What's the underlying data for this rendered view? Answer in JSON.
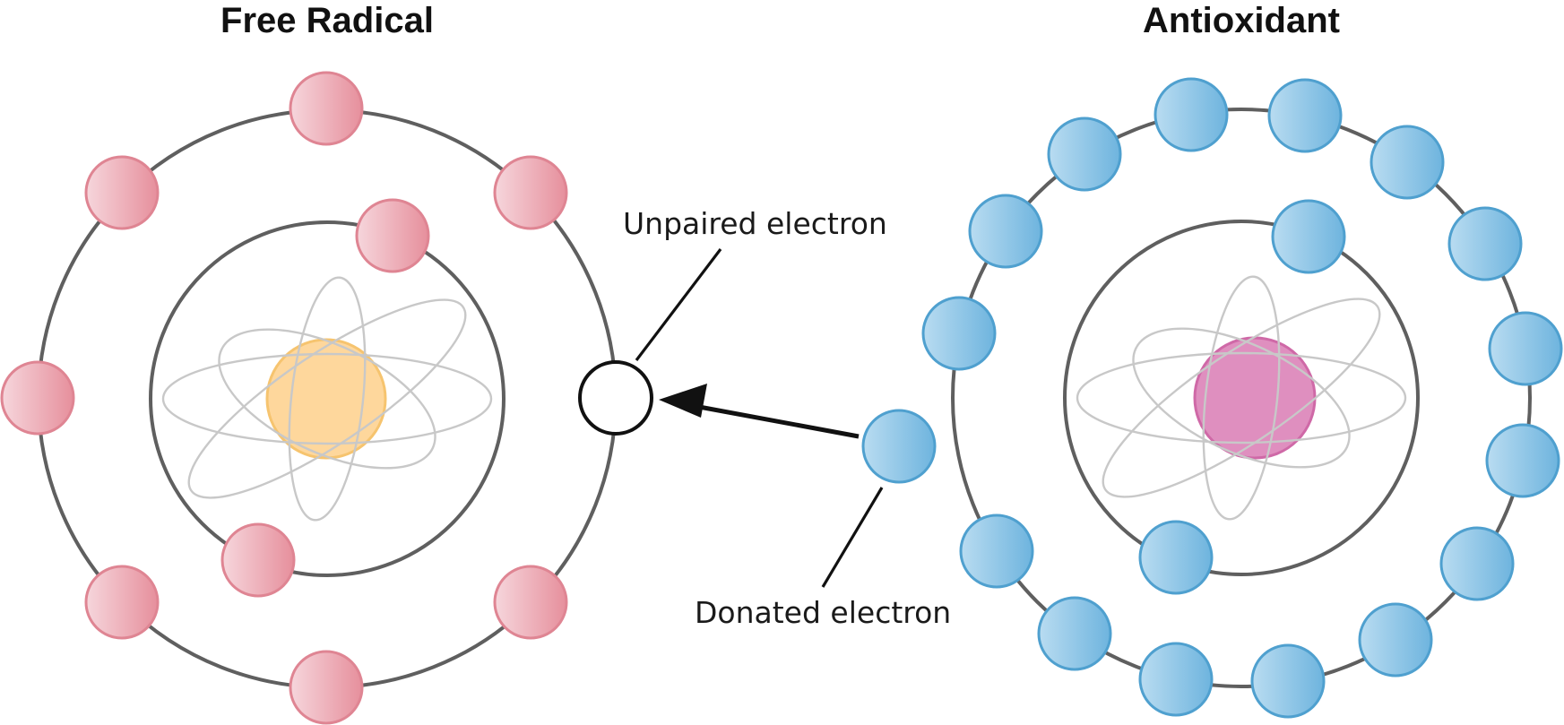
{
  "free_radical": {
    "title": "Free Radical",
    "colors": {
      "electron_fill_light": "#f6d6dc",
      "electron_fill_dark": "#e68f9c",
      "electron_stroke": "#df8593",
      "nucleus_fill": "#fed79c",
      "nucleus_stroke": "#f6c46f"
    },
    "outer_shell_electrons": 7,
    "inner_shell_electrons": 2,
    "unpaired_slots": 1
  },
  "antioxidant": {
    "title": "Antioxidant",
    "colors": {
      "electron_fill_light": "#b9dcf1",
      "electron_fill_dark": "#6eb4de",
      "electron_stroke": "#4fa0cf",
      "nucleus_fill": "#df8fbf",
      "nucleus_stroke": "#cf69a7"
    },
    "outer_shell_electrons": 15,
    "inner_shell_electrons": 2
  },
  "labels": {
    "unpaired_electron": "Unpaired electron",
    "donated_electron": "Donated electron"
  },
  "line_color": "#111111",
  "shell_color": "#5f5f5f",
  "orbit_color": "#c8c8c8"
}
